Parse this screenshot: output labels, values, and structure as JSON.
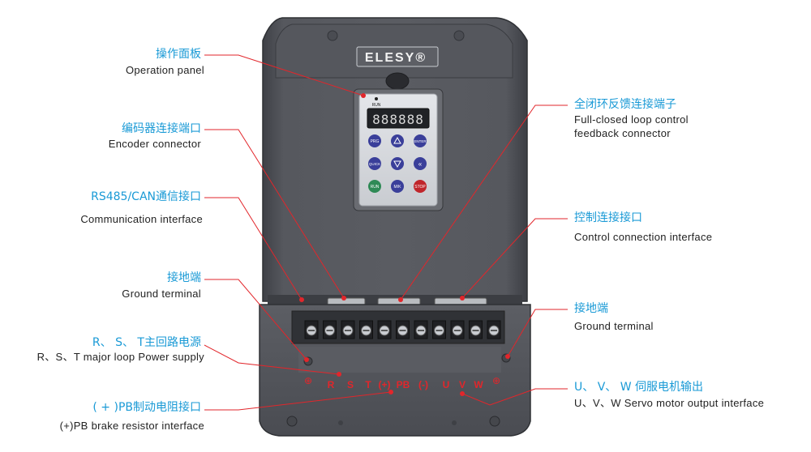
{
  "device": {
    "brand": "ELESY",
    "brand_mark": "®",
    "display_digits": "888888",
    "run_label": "RUN",
    "keys": {
      "prg": "PRG",
      "enter": "ENTER",
      "quick": "QUICK",
      "run": "RUN",
      "mk": "M/K",
      "stop": "STOP"
    },
    "terminal_letters": [
      "R",
      "S",
      "T",
      "(+)",
      "PB",
      "(-)",
      "U",
      "V",
      "W"
    ],
    "ground_symbol": "⊕"
  },
  "labels": {
    "operation_panel": {
      "cn": "操作面板",
      "en": "Operation panel"
    },
    "encoder": {
      "cn": "编码器连接端口",
      "en": "Encoder connector"
    },
    "communication": {
      "cn": "RS485/CAN通信接口",
      "en": "Communication interface"
    },
    "ground_left": {
      "cn": "接地端",
      "en": "Ground terminal"
    },
    "main_power": {
      "cn": "R、 S、 T主回路电源",
      "en": "R、S、T major loop Power supply"
    },
    "brake": {
      "cn": "( + )PB制动电阻接口",
      "en": "(+)PB brake resistor interface"
    },
    "full_closed": {
      "cn": "全闭环反馈连接端子",
      "en1": "Full-closed loop control",
      "en2": "feedback connector"
    },
    "control": {
      "cn": "控制连接接口",
      "en": "Control connection interface"
    },
    "ground_right": {
      "cn": "接地端",
      "en": "Ground terminal"
    },
    "servo_output": {
      "cn": "U、 V、 W 伺服电机输出",
      "en": "U、V、W Servo motor output interface"
    }
  },
  "colors": {
    "leader_line": "#e2262b",
    "cn_text": "#1a9ad6",
    "en_text": "#222222",
    "housing": "#4e5056",
    "keypad": "#d8dade"
  }
}
